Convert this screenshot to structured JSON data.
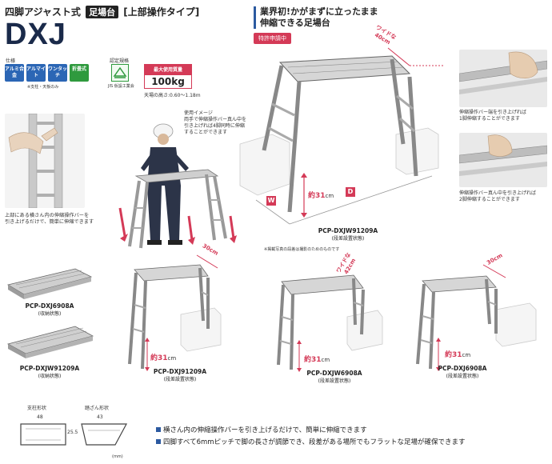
{
  "header": {
    "title_prefix": "四脚アジャスト式",
    "title_badge": "足場台",
    "title_suffix": "[上部操作タイプ]",
    "model": "DXJ"
  },
  "specs": {
    "spec_label": "仕様",
    "cert_label": "認定規格",
    "icons": [
      {
        "text": "アルミ合金",
        "icon": "aluminum-alloy-icon",
        "color": "#2b66b5"
      },
      {
        "text": "アルマイト",
        "icon": "anodized-icon",
        "color": "#2b66b5"
      },
      {
        "text": "ワンタッチ",
        "icon": "one-touch-icon",
        "color": "#2b66b5"
      },
      {
        "text": "折畳式",
        "icon": "folding-icon",
        "color": "#2f9a3e"
      }
    ],
    "icon_note": "※支柱・天板のみ",
    "cert_caption": "JIS 仮設工業会",
    "maxload_label": "最大使用質量",
    "maxload_value": "100kg",
    "height_range": "天場の高さ:0.60〜1.18m"
  },
  "headline": {
    "line1": "業界初!かがまずに立ったまま",
    "line2": "伸縮できる足場台",
    "patent": "特許申請中"
  },
  "usage": {
    "title": "使用イメージ",
    "text1": "両手で伸縮操作バー真ん中を",
    "text2": "引き上げれば4脚同時に伸縮",
    "text3": "することができます"
  },
  "left_text": {
    "line1": "上部にある横さん内の伸縮操作バーを",
    "line2": "引き上げるだけで、簡単に伸縮できます"
  },
  "main_product": {
    "wide_label": "ワイドな",
    "wide_value": "40cm",
    "height_value": "約31",
    "height_unit": "cm",
    "w_tag": "W",
    "d_tag": "D",
    "name": "PCP-DXJW91209A",
    "state": "(段差設置状態)",
    "note": "※掲載写真の段差は撮影のためのものです"
  },
  "right_notes": {
    "note1_line1": "伸縮操作バー端を引き上げれば",
    "note1_line2": "1脚伸縮することができます",
    "note2_line1": "伸縮操作バー真ん中を引き上げれば",
    "note2_line2": "2脚伸縮することができます"
  },
  "stored_products": [
    {
      "name": "PCP-DXJ6908A",
      "state": "(収納状態)"
    },
    {
      "name": "PCP-DXJW91209A",
      "state": "(収納状態)"
    }
  ],
  "small_products": [
    {
      "name": "PCP-DXJ91209A",
      "state": "(段差設置状態)",
      "width_label": "",
      "width_value": "30cm",
      "height_value": "約31",
      "height_unit": "cm"
    },
    {
      "name": "PCP-DXJW6908A",
      "state": "(段差設置状態)",
      "width_label": "ワイドな",
      "width_value": "42cm",
      "height_value": "約31",
      "height_unit": "cm"
    },
    {
      "name": "PCP-DXJ6908A",
      "state": "(段差設置状態)",
      "width_label": "",
      "width_value": "30cm",
      "height_value": "約31",
      "height_unit": "cm"
    }
  ],
  "profiles": {
    "pillar_label": "支柱形状",
    "pillar_width": "48",
    "pillar_height": "25.5",
    "step_label": "踏ざん形状",
    "step_width": "43",
    "unit": "(mm)"
  },
  "bullets": [
    "横さん内の伸縮操作バーを引き上げるだけで、簡単に伸縮できます",
    "四脚すべて6mmピッチで脚の長さが調節でき、段差がある場所でもフラットな足場が確保できます"
  ],
  "colors": {
    "accent_red": "#d43a57",
    "accent_blue": "#2c5aa0",
    "navy": "#1a2a4a"
  }
}
